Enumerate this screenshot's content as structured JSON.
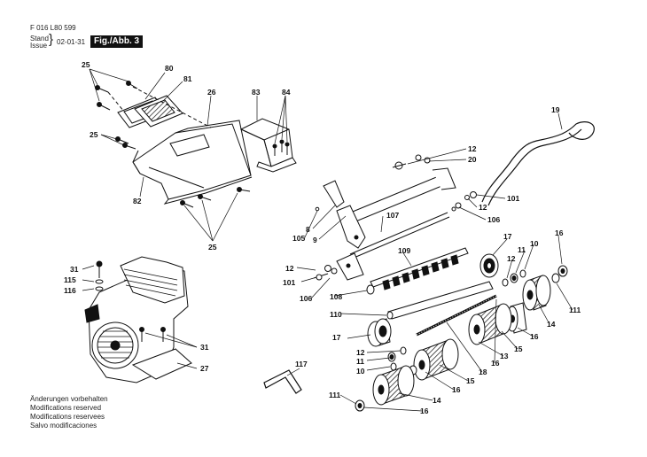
{
  "header": {
    "doc_number": "F 016 L80 599",
    "stand": "Stand",
    "issue": "Issue",
    "date": "02-01-31",
    "figure": "Fig./Abb. 3"
  },
  "footer_notes": [
    "Änderungen vorbehalten",
    "Modifications reserved",
    "Modifications reservees",
    "Salvo modificaciones"
  ],
  "callouts": {
    "c25a": "25",
    "c80": "80",
    "c81": "81",
    "c26": "26",
    "c83": "83",
    "c84": "84",
    "c25b": "25",
    "c82": "82",
    "c25c": "25",
    "c19": "19",
    "c12a": "12",
    "c20": "20",
    "c101a": "101",
    "c12b": "12",
    "c106a": "106",
    "c107": "107",
    "c105": "105",
    "c8": "8",
    "c9": "9",
    "c109": "109",
    "c12c": "12",
    "c101b": "101",
    "c106b": "106",
    "c108": "108",
    "c110": "110",
    "c17a": "17",
    "c12d": "12",
    "c11a": "11",
    "c10a": "10",
    "c16a": "16",
    "c111a": "111",
    "c14a": "14",
    "c16b": "16",
    "c15a": "15",
    "c13": "13",
    "c18": "18",
    "c16c": "16",
    "c17b": "17",
    "c12e": "12",
    "c11b": "11",
    "c10b": "10",
    "c15b": "15",
    "c16d": "16",
    "c117": "117",
    "c111b": "111",
    "c14b": "14",
    "c16e": "16",
    "c31a": "31",
    "c115": "115",
    "c116": "116",
    "c31b": "31",
    "c27": "27"
  },
  "colors": {
    "line": "#111111",
    "background": "#ffffff"
  }
}
